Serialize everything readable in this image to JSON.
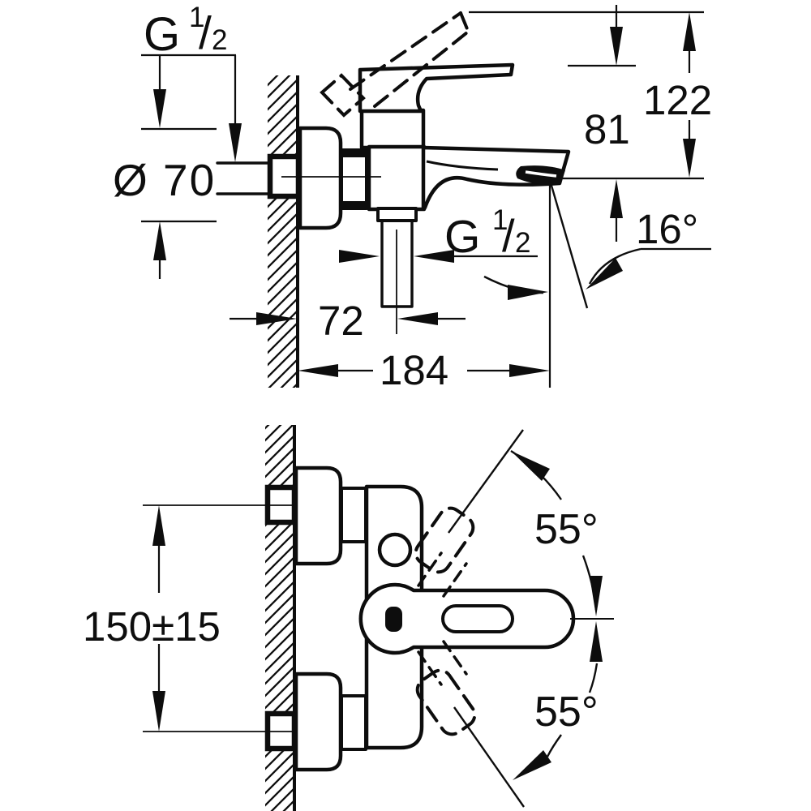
{
  "drawing": {
    "kind": "faucet installation dimension drawing",
    "colors": {
      "line": "#0d0d0d",
      "background": "#ffffff"
    },
    "top_view": {
      "thread_top": {
        "main": "G",
        "sup": "1",
        "slash": "/",
        "sub": "2"
      },
      "flange_diameter": "Ø 70",
      "spout_height": "81",
      "total_height": "122",
      "spout_angle": "16°",
      "thread_bottom": {
        "main": "G",
        "sup": "1",
        "slash": "/",
        "sub": "2"
      },
      "outlet_offset": "72",
      "total_depth": "184"
    },
    "front_view": {
      "inlet_spacing": "150±15",
      "handle_swing_up": "55°",
      "handle_swing_down": "55°"
    }
  }
}
